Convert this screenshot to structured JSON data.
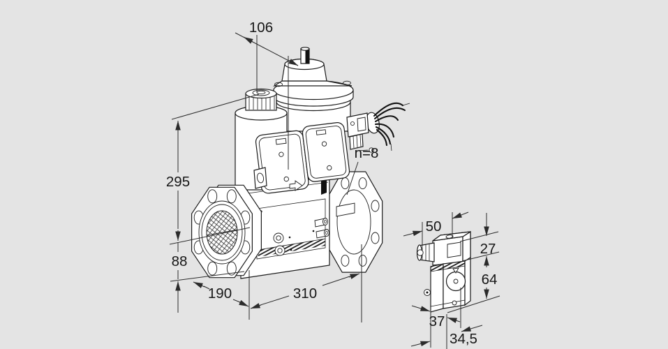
{
  "drawing": {
    "background_color": "#e4e4e4",
    "line_color": "#1a1a1a",
    "dim_color": "#2b2b2b",
    "main_view": {
      "description": "double solenoid valve with flanges, front isometric view",
      "dims": {
        "width_top": "106",
        "height_total": "295",
        "axis_to_bottom": "88",
        "flange_to_axis": "190",
        "length_total": "310",
        "flange_bolt_count": "n=8"
      }
    },
    "side_view": {
      "description": "pressure switch side view",
      "dims": {
        "width_top": "50",
        "connector_height": "27",
        "body_height": "64",
        "body_width": "37",
        "depth_offset": "34,5"
      }
    }
  }
}
